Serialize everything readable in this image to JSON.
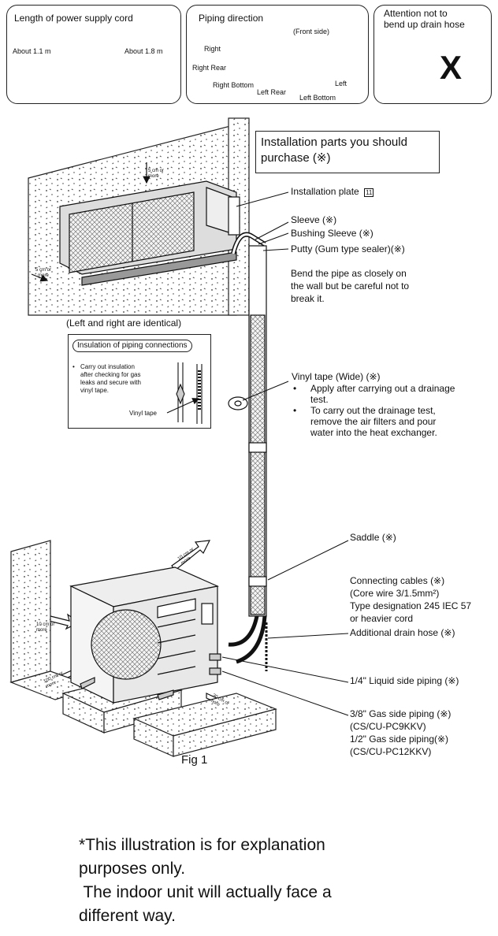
{
  "top_panels": {
    "cord": {
      "title": "Length of power supply cord",
      "left": "About 1.1 m",
      "right": "About 1.8 m"
    },
    "piping": {
      "title": "Piping direction",
      "front": "(Front side)",
      "right": "Right",
      "right_rear": "Right Rear",
      "right_bottom": "Right Bottom",
      "left_rear": "Left Rear",
      "left": "Left",
      "left_bottom": "Left Bottom"
    },
    "drain": {
      "title_line1": "Attention not to",
      "title_line2": "bend up drain hose",
      "mark": "X"
    }
  },
  "purchase_box": {
    "line1": "Installation parts you should",
    "line2": "purchase (※)"
  },
  "clearance": {
    "top": "5 cm or more",
    "side": "5 cm or more",
    "outdoor_top": "10 cm or more",
    "outdoor_back": "10 cm or more",
    "outdoor_left": "100 cm or more",
    "outdoor_right": "30 cm or more"
  },
  "labels": {
    "installation_plate": "Installation plate",
    "plate_symbol": "11",
    "sleeve": "Sleeve (※)",
    "bushing": "Bushing Sleeve (※)",
    "putty": "Putty (Gum type sealer)(※)",
    "bend_1": "Bend the pipe as closely on",
    "bend_2": "the wall but be careful not to",
    "bend_3": "break it.",
    "identical": "(Left and right are identical)",
    "vinyl_title": "Vinyl tape (Wide) (※)",
    "vinyl_b1_1": "Apply after carrying out a drainage",
    "vinyl_b1_2": "test.",
    "vinyl_b2_1": "To carry out the drainage test,",
    "vinyl_b2_2": "remove the air filters and pour",
    "vinyl_b2_3": "water into the heat exchanger.",
    "saddle": "Saddle (※)",
    "cables_1": "Connecting cables (※)",
    "cables_2": "(Core wire 3/1.5mm²)",
    "cables_3": "Type designation 245 IEC 57",
    "cables_4": "or heavier cord",
    "drain_hose": "Additional drain hose (※)",
    "liquid": "1/4\" Liquid side piping (※)",
    "gas_1": "3/8\" Gas side piping  (※)",
    "gas_2": "(CS/CU-PC9KKV)",
    "gas_3": "1/2\" Gas side piping(※)",
    "gas_4": "(CS/CU-PC12KKV)",
    "fig": "Fig 1"
  },
  "insulation_box": {
    "title": "Insulation of piping connections",
    "text_1": "Carry out insulation",
    "text_2": "after checking for gas",
    "text_3": "leaks and secure with",
    "text_4": "vinyl tape.",
    "vinyl": "Vinyl tape"
  },
  "footer": {
    "line1": "*This illustration is for explanation",
    "line2": "purposes only.",
    "line3": " The indoor unit will actually face a",
    "line4": "different way."
  }
}
